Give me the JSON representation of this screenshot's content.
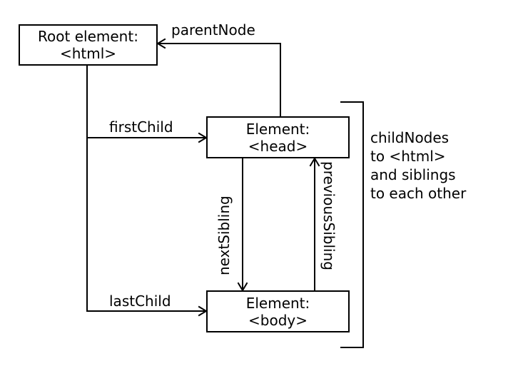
{
  "nodes": {
    "root": {
      "line1": "Root element:",
      "line2": "<html>"
    },
    "head": {
      "line1": "Element:",
      "line2": "<head>"
    },
    "body": {
      "line1": "Element:",
      "line2": "<body>"
    }
  },
  "edges": {
    "parent_node": "parentNode",
    "first_child": "firstChild",
    "last_child": "lastChild",
    "next_sibling": "nextSibling",
    "previous_sibling": "previousSibling"
  },
  "annotation": {
    "lines": [
      "childNodes",
      "to <html>",
      "and siblings",
      "to each other"
    ]
  }
}
